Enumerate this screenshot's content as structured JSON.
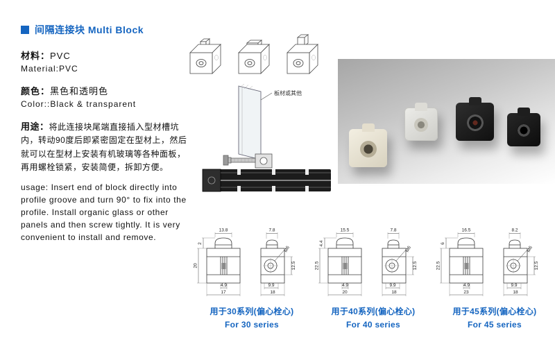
{
  "colors": {
    "accent_blue": "#1565c0",
    "photo_blocks": [
      "#ece7d8",
      "#dcdcd8",
      "#1d1d1d",
      "#141414"
    ]
  },
  "header": {
    "title_cn": "间隔连接块",
    "title_en": "Multi Block"
  },
  "specs": {
    "material_cn_label": "材料：",
    "material_cn_value": "PVC",
    "material_en": "Material:PVC",
    "color_cn_label": "颜色：",
    "color_cn_value": "黑色和透明色",
    "color_en": "Color::Black & transparent",
    "usage_cn_label": "用途：",
    "usage_cn_text": "将此连接块尾端直接插入型材槽坑内，转动90度后即紧密固定在型材上，然后就可以在型材上安装有机玻璃等各种面板，再用螺栓锁紧，安装简便，拆卸方便。",
    "usage_en_text": "usage: Insert end of block directly into profile groove and turn 90° to fix into the profile. Install organic glass or other panels and then screw tightly. It is very convenient to install and remove."
  },
  "assembly": {
    "panel_label": "板材或其他"
  },
  "drawings": [
    {
      "caption_cn": "用于30系列(偏心栓心)",
      "caption_en": "For 30 series",
      "dims": {
        "top_width": "13.8",
        "top_offset": "2",
        "height": "20",
        "slot": "4.9",
        "bottom_width": "17",
        "side_width": "7.8",
        "thread": "M6",
        "side_height": "12.5",
        "side_slot": "9.9",
        "side_bottom": "18"
      }
    },
    {
      "caption_cn": "用于40系列(偏心栓心)",
      "caption_en": "For 40 series",
      "dims": {
        "top_width": "15.5",
        "top_offset": "4.4",
        "height": "22.5",
        "slot": "4.9",
        "bottom_width": "20",
        "side_width": "7.8",
        "thread": "M6",
        "side_height": "12.5",
        "side_slot": "9.9",
        "side_bottom": "18"
      }
    },
    {
      "caption_cn": "用于45系列(偏心栓心)",
      "caption_en": "For 45 series",
      "dims": {
        "top_width": "16.5",
        "top_offset": "6",
        "height": "22.5",
        "slot": "4.9",
        "bottom_width": "23",
        "side_width": "8.2",
        "thread": "M6",
        "side_height": "12.5",
        "side_slot": "9.9",
        "side_bottom": "18"
      }
    }
  ]
}
